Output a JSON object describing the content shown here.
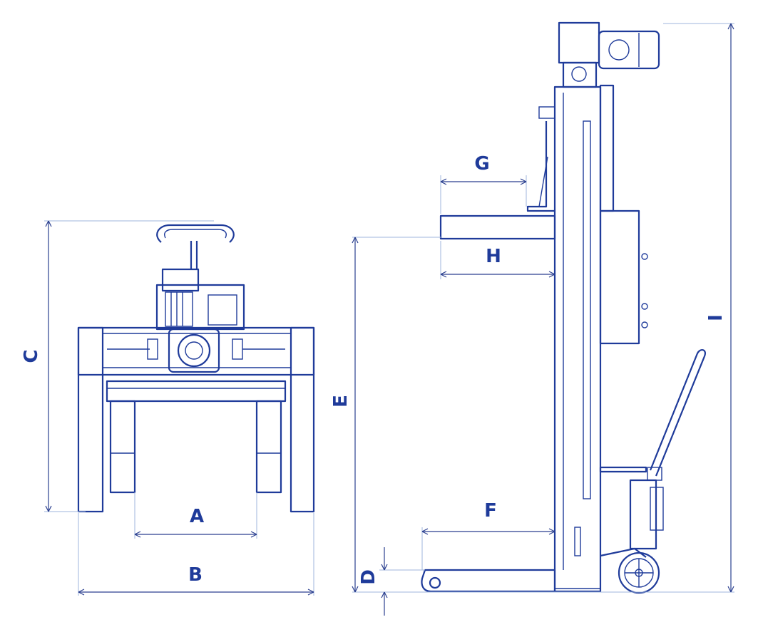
{
  "colors": {
    "line": "#1f3b9a",
    "extension": "#9fb4dc",
    "dimension": "#2a3f8f",
    "background": "#ffffff"
  },
  "front_view": {
    "dimensions": {
      "A": "A",
      "B": "B",
      "C": "C"
    }
  },
  "side_view": {
    "dimensions": {
      "D": "D",
      "E": "E",
      "F": "F",
      "G": "G",
      "H": "H",
      "I": "I"
    }
  }
}
